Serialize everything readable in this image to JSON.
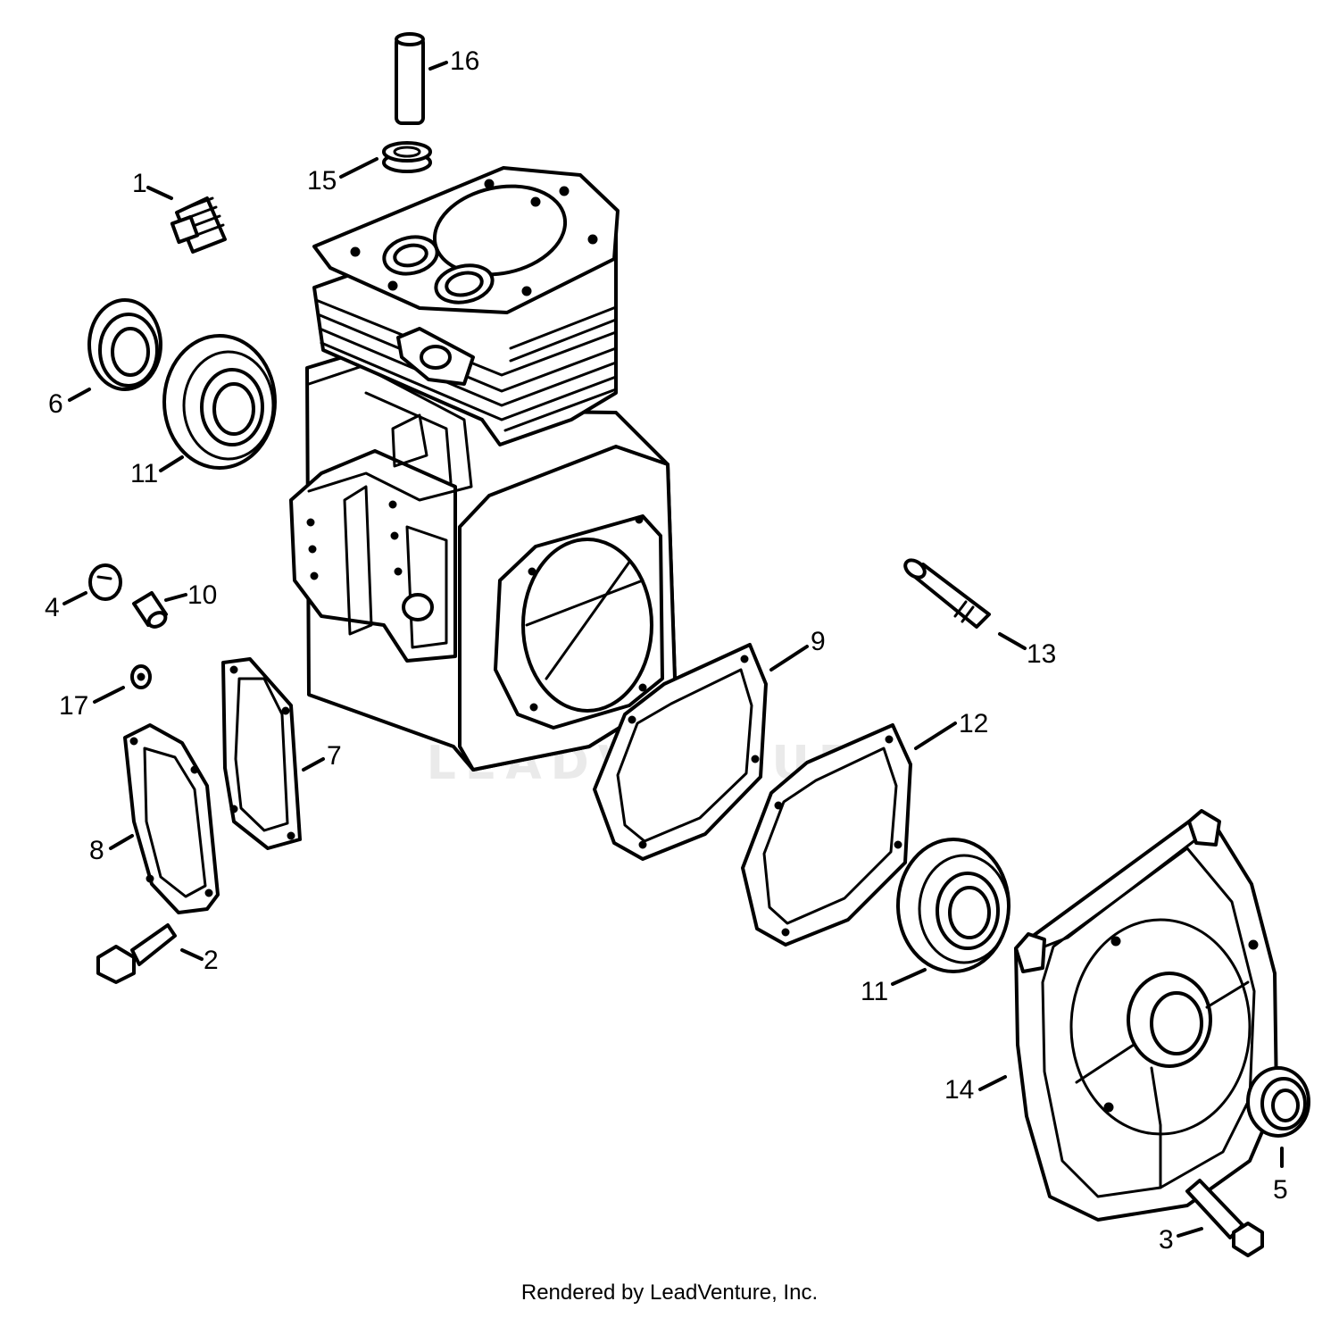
{
  "callouts": [
    "1",
    "2",
    "3",
    "4",
    "5",
    "6",
    "7",
    "8",
    "9",
    "10",
    "11",
    "11",
    "12",
    "13",
    "14",
    "15",
    "16",
    "17"
  ],
  "watermark": "LEADVENTURE",
  "footer": "Rendered by LeadVenture, Inc."
}
